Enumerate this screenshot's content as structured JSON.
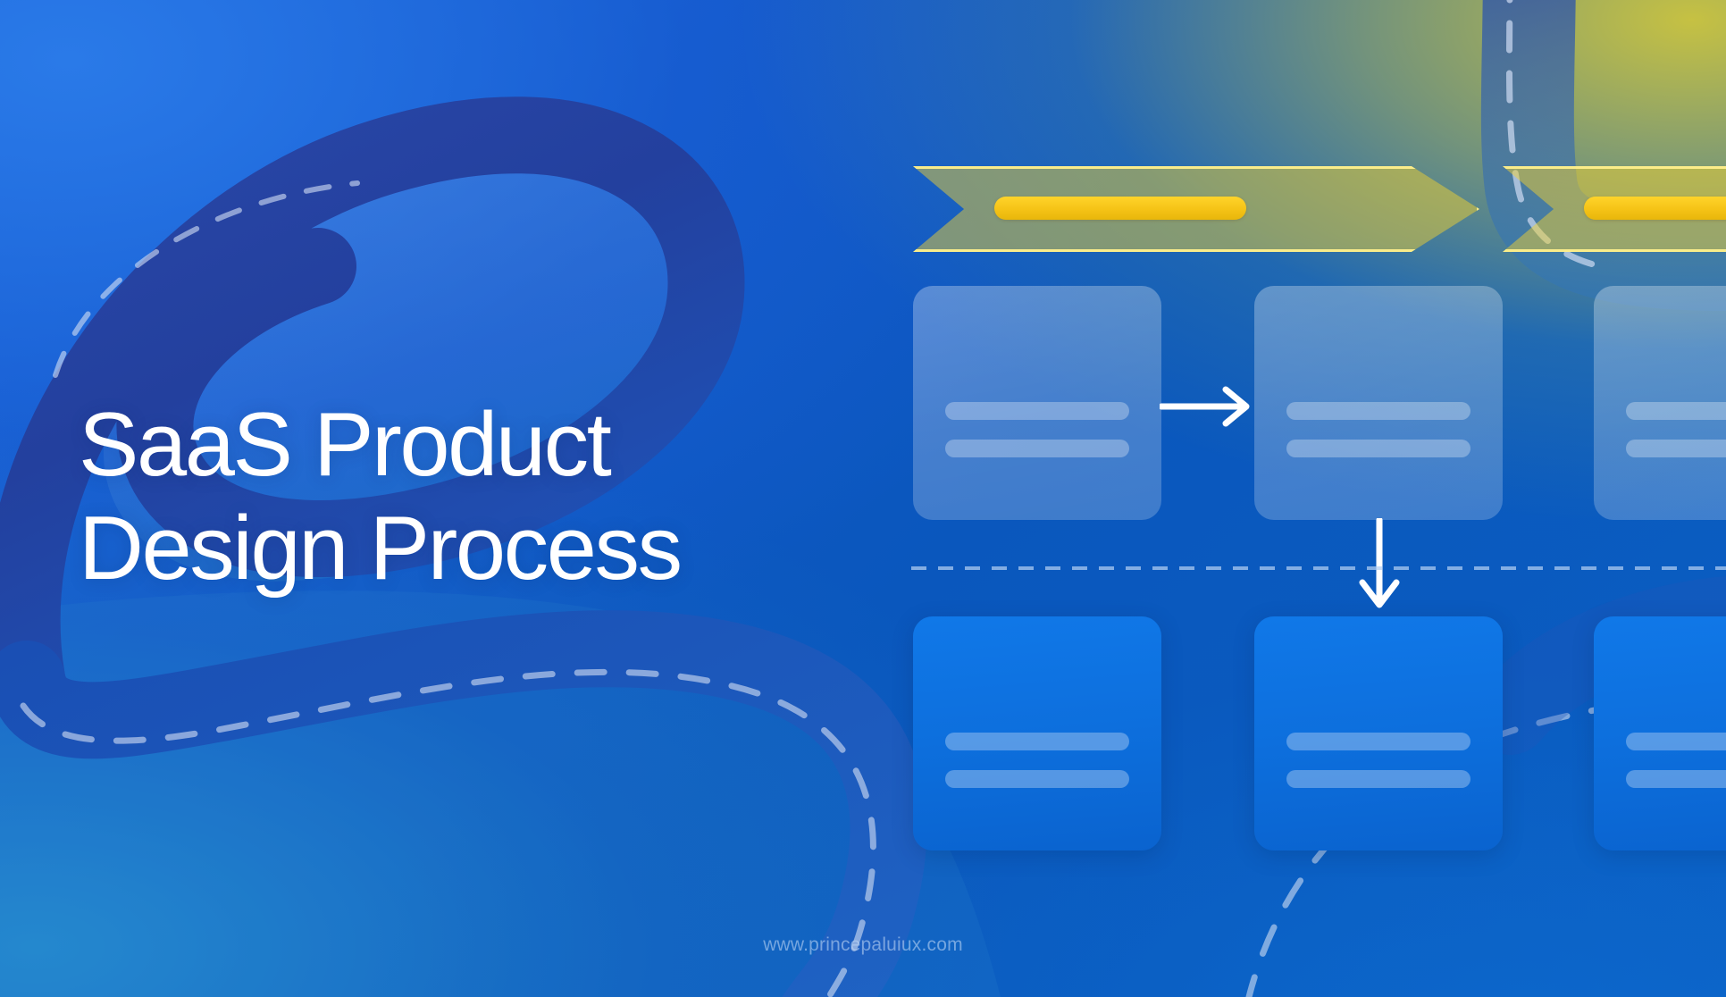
{
  "slide": {
    "title_line1": "SaaS Product",
    "title_line2": "Design Process",
    "watermark": "www.princepaluiux.com"
  },
  "colors": {
    "bg_blue_left": "#1d68db",
    "bg_blue_mid": "#0a57bd",
    "bg_yellow_corner": "#d6ca38",
    "swirl_dark": "#23409e",
    "swirl_light": "#3f79d8",
    "chevron_fill": "rgba(244,212,46,0.48)",
    "chevron_border": "#fff08c",
    "chevron_bar": "#f5c316",
    "card_top_fill": "rgba(255,255,255,0.27)",
    "card_bottom_fill": "#0d6fdd",
    "arrow_white": "#ffffff",
    "dash_line": "rgba(178,206,242,0.72)",
    "title_text": "#ffffff",
    "watermark_text": "rgba(190,214,244,0.58)"
  },
  "diagram": {
    "chevrons": [
      {
        "id": "chevron-1",
        "bar_label": ""
      },
      {
        "id": "chevron-2",
        "bar_label": ""
      }
    ],
    "top_cards": [
      {
        "id": "top-card-1",
        "lines": 2
      },
      {
        "id": "top-card-2",
        "lines": 2
      },
      {
        "id": "top-card-3",
        "lines": 2
      }
    ],
    "bottom_cards": [
      {
        "id": "bottom-card-1",
        "lines": 2
      },
      {
        "id": "bottom-card-2",
        "lines": 2
      },
      {
        "id": "bottom-card-3",
        "lines": 2
      }
    ],
    "connectors": [
      {
        "id": "arrow-right",
        "direction": "right"
      },
      {
        "id": "arrow-down",
        "direction": "down"
      }
    ],
    "divider": {
      "id": "dashed-divider",
      "style": "dashed"
    }
  },
  "decorations": {
    "swirl": "ribbon-swirl",
    "dashed_road_top_right": "dashed-path",
    "dashed_road_bottom_right": "dashed-path",
    "dashed_road_left": "dashed-path"
  }
}
